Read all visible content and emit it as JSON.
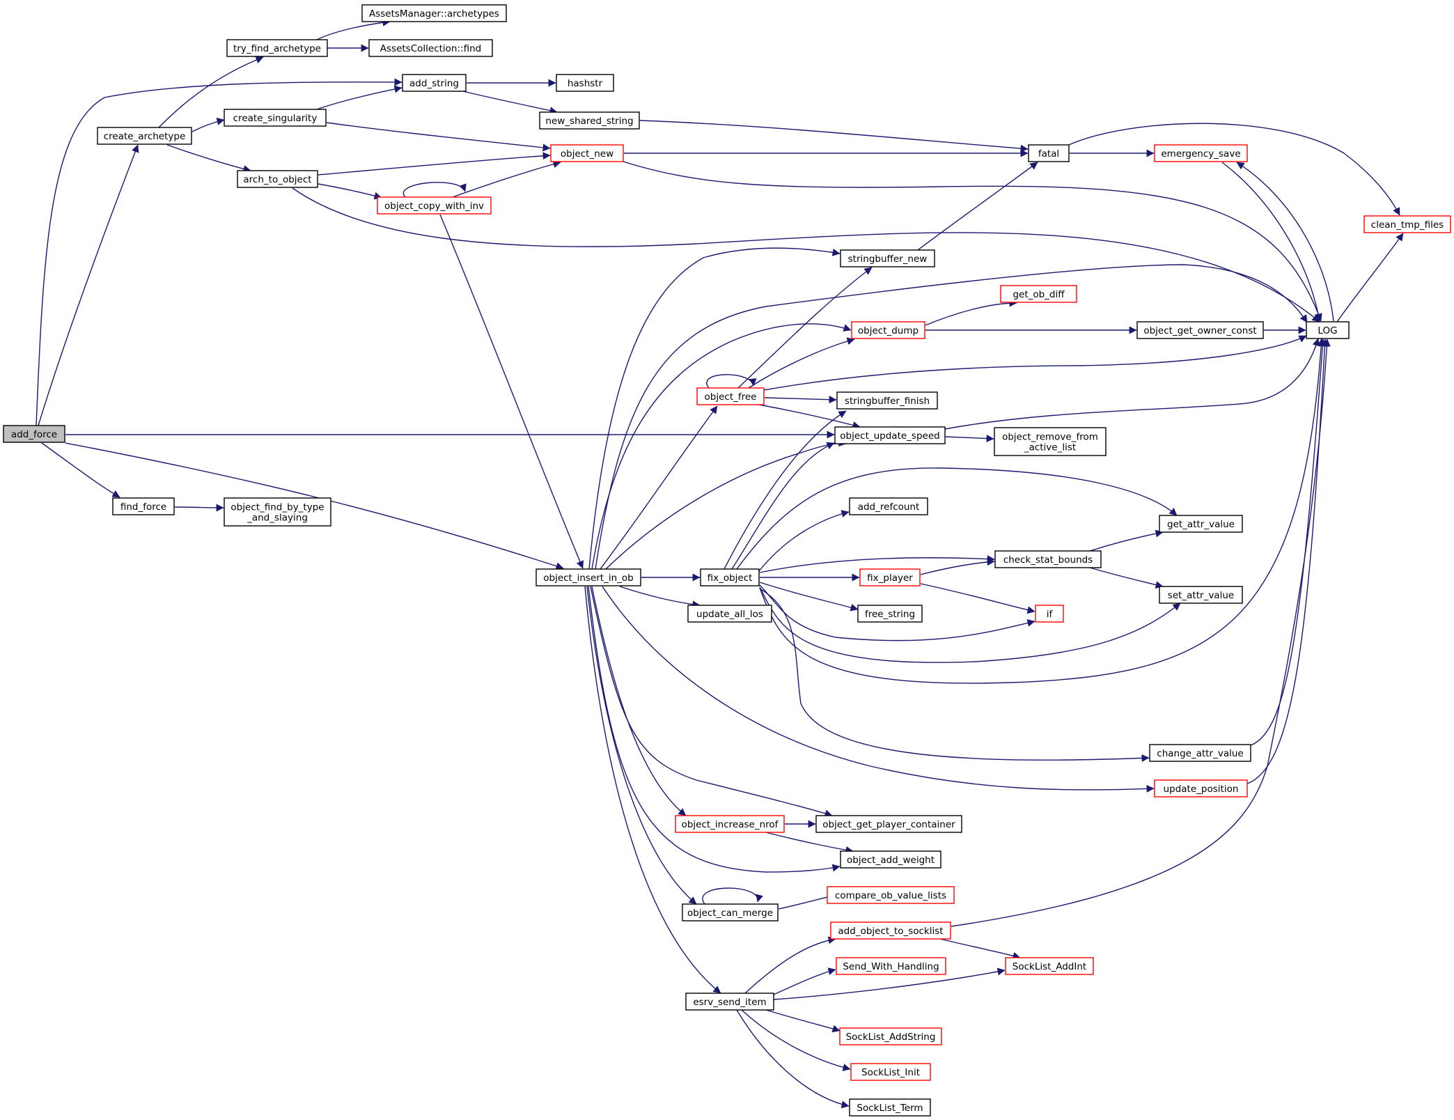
{
  "diagram": {
    "type": "call-graph",
    "colors": {
      "edge": "#191970",
      "border_default": "#000000",
      "border_truncated": "#ff0000",
      "root_fill": "#bfbfbf"
    },
    "nodes": [
      {
        "id": "add_force",
        "lines": [
          "add_force"
        ],
        "style": "root"
      },
      {
        "id": "create_archetype",
        "lines": [
          "create_archetype"
        ],
        "style": "normal"
      },
      {
        "id": "try_find_archetype",
        "lines": [
          "try_find_archetype"
        ],
        "style": "normal"
      },
      {
        "id": "am_archetypes",
        "lines": [
          "AssetsManager::archetypes"
        ],
        "style": "normal"
      },
      {
        "id": "ac_find",
        "lines": [
          "AssetsCollection::find"
        ],
        "style": "normal"
      },
      {
        "id": "add_string",
        "lines": [
          "add_string"
        ],
        "style": "normal"
      },
      {
        "id": "hashstr",
        "lines": [
          "hashstr"
        ],
        "style": "normal"
      },
      {
        "id": "new_shared_string",
        "lines": [
          "new_shared_string"
        ],
        "style": "normal"
      },
      {
        "id": "create_singularity",
        "lines": [
          "create_singularity"
        ],
        "style": "normal"
      },
      {
        "id": "arch_to_object",
        "lines": [
          "arch_to_object"
        ],
        "style": "normal"
      },
      {
        "id": "object_new",
        "lines": [
          "object_new"
        ],
        "style": "red"
      },
      {
        "id": "object_copy_with_inv",
        "lines": [
          "object_copy_with_inv"
        ],
        "style": "red"
      },
      {
        "id": "fatal",
        "lines": [
          "fatal"
        ],
        "style": "normal"
      },
      {
        "id": "emergency_save",
        "lines": [
          "emergency_save"
        ],
        "style": "red"
      },
      {
        "id": "clean_tmp_files",
        "lines": [
          "clean_tmp_files"
        ],
        "style": "red"
      },
      {
        "id": "LOG",
        "lines": [
          "LOG"
        ],
        "style": "normal"
      },
      {
        "id": "stringbuffer_new",
        "lines": [
          "stringbuffer_new"
        ],
        "style": "normal"
      },
      {
        "id": "get_ob_diff",
        "lines": [
          "get_ob_diff"
        ],
        "style": "red"
      },
      {
        "id": "object_dump",
        "lines": [
          "object_dump"
        ],
        "style": "red"
      },
      {
        "id": "object_get_owner_const",
        "lines": [
          "object_get_owner_const"
        ],
        "style": "normal"
      },
      {
        "id": "object_free",
        "lines": [
          "object_free"
        ],
        "style": "red"
      },
      {
        "id": "stringbuffer_finish",
        "lines": [
          "stringbuffer_finish"
        ],
        "style": "normal"
      },
      {
        "id": "object_update_speed",
        "lines": [
          "object_update_speed"
        ],
        "style": "normal"
      },
      {
        "id": "object_remove_from_active_list",
        "lines": [
          "object_remove_from",
          "_active_list"
        ],
        "style": "normal"
      },
      {
        "id": "find_force",
        "lines": [
          "find_force"
        ],
        "style": "normal"
      },
      {
        "id": "object_find_by_type_and_slaying",
        "lines": [
          "object_find_by_type",
          "_and_slaying"
        ],
        "style": "normal"
      },
      {
        "id": "add_refcount",
        "lines": [
          "add_refcount"
        ],
        "style": "normal"
      },
      {
        "id": "get_attr_value",
        "lines": [
          "get_attr_value"
        ],
        "style": "normal"
      },
      {
        "id": "check_stat_bounds",
        "lines": [
          "check_stat_bounds"
        ],
        "style": "normal"
      },
      {
        "id": "object_insert_in_ob",
        "lines": [
          "object_insert_in_ob"
        ],
        "style": "normal"
      },
      {
        "id": "fix_object",
        "lines": [
          "fix_object"
        ],
        "style": "normal"
      },
      {
        "id": "fix_player",
        "lines": [
          "fix_player"
        ],
        "style": "red"
      },
      {
        "id": "set_attr_value",
        "lines": [
          "set_attr_value"
        ],
        "style": "normal"
      },
      {
        "id": "update_all_los",
        "lines": [
          "update_all_los"
        ],
        "style": "normal"
      },
      {
        "id": "free_string",
        "lines": [
          "free_string"
        ],
        "style": "normal"
      },
      {
        "id": "if",
        "lines": [
          "if"
        ],
        "style": "red"
      },
      {
        "id": "change_attr_value",
        "lines": [
          "change_attr_value"
        ],
        "style": "normal"
      },
      {
        "id": "update_position",
        "lines": [
          "update_position"
        ],
        "style": "red"
      },
      {
        "id": "object_increase_nrof",
        "lines": [
          "object_increase_nrof"
        ],
        "style": "red"
      },
      {
        "id": "object_get_player_container",
        "lines": [
          "object_get_player_container"
        ],
        "style": "normal"
      },
      {
        "id": "object_add_weight",
        "lines": [
          "object_add_weight"
        ],
        "style": "normal"
      },
      {
        "id": "compare_ob_value_lists",
        "lines": [
          "compare_ob_value_lists"
        ],
        "style": "red"
      },
      {
        "id": "object_can_merge",
        "lines": [
          "object_can_merge"
        ],
        "style": "normal"
      },
      {
        "id": "add_object_to_socklist",
        "lines": [
          "add_object_to_socklist"
        ],
        "style": "red"
      },
      {
        "id": "SockList_AddInt",
        "lines": [
          "SockList_AddInt"
        ],
        "style": "red"
      },
      {
        "id": "Send_With_Handling",
        "lines": [
          "Send_With_Handling"
        ],
        "style": "red"
      },
      {
        "id": "esrv_send_item",
        "lines": [
          "esrv_send_item"
        ],
        "style": "normal"
      },
      {
        "id": "SockList_AddString",
        "lines": [
          "SockList_AddString"
        ],
        "style": "red"
      },
      {
        "id": "SockList_Init",
        "lines": [
          "SockList_Init"
        ],
        "style": "red"
      },
      {
        "id": "SockList_Term",
        "lines": [
          "SockList_Term"
        ],
        "style": "normal"
      }
    ],
    "edges": [
      [
        "add_force",
        "add_string"
      ],
      [
        "add_force",
        "create_archetype"
      ],
      [
        "add_force",
        "object_update_speed"
      ],
      [
        "add_force",
        "find_force"
      ],
      [
        "add_force",
        "object_insert_in_ob"
      ],
      [
        "create_archetype",
        "try_find_archetype"
      ],
      [
        "create_archetype",
        "create_singularity"
      ],
      [
        "create_archetype",
        "arch_to_object"
      ],
      [
        "try_find_archetype",
        "am_archetypes"
      ],
      [
        "try_find_archetype",
        "ac_find"
      ],
      [
        "add_string",
        "hashstr"
      ],
      [
        "add_string",
        "new_shared_string"
      ],
      [
        "new_shared_string",
        "fatal"
      ],
      [
        "create_singularity",
        "add_string"
      ],
      [
        "create_singularity",
        "object_new"
      ],
      [
        "arch_to_object",
        "object_new"
      ],
      [
        "arch_to_object",
        "object_copy_with_inv"
      ],
      [
        "arch_to_object",
        "LOG"
      ],
      [
        "object_copy_with_inv",
        "object_copy_with_inv"
      ],
      [
        "object_copy_with_inv",
        "object_new"
      ],
      [
        "object_copy_with_inv",
        "object_insert_in_ob"
      ],
      [
        "object_new",
        "fatal"
      ],
      [
        "object_new",
        "LOG"
      ],
      [
        "fatal",
        "emergency_save"
      ],
      [
        "fatal",
        "clean_tmp_files"
      ],
      [
        "emergency_save",
        "LOG"
      ],
      [
        "LOG",
        "emergency_save"
      ],
      [
        "LOG",
        "clean_tmp_files"
      ],
      [
        "stringbuffer_new",
        "fatal"
      ],
      [
        "object_dump",
        "get_ob_diff"
      ],
      [
        "object_dump",
        "object_get_owner_const"
      ],
      [
        "object_get_owner_const",
        "LOG"
      ],
      [
        "object_free",
        "object_free"
      ],
      [
        "object_free",
        "stringbuffer_new"
      ],
      [
        "object_free",
        "object_dump"
      ],
      [
        "object_free",
        "LOG"
      ],
      [
        "object_free",
        "stringbuffer_finish"
      ],
      [
        "object_free",
        "object_update_speed"
      ],
      [
        "object_update_speed",
        "LOG"
      ],
      [
        "object_update_speed",
        "object_remove_from_active_list"
      ],
      [
        "find_force",
        "object_find_by_type_and_slaying"
      ],
      [
        "object_insert_in_ob",
        "stringbuffer_new"
      ],
      [
        "object_insert_in_ob",
        "LOG"
      ],
      [
        "object_insert_in_ob",
        "object_dump"
      ],
      [
        "object_insert_in_ob",
        "object_free"
      ],
      [
        "object_insert_in_ob",
        "object_update_speed"
      ],
      [
        "object_insert_in_ob",
        "fix_object"
      ],
      [
        "object_insert_in_ob",
        "update_all_los"
      ],
      [
        "object_insert_in_ob",
        "update_position"
      ],
      [
        "object_insert_in_ob",
        "object_increase_nrof"
      ],
      [
        "object_insert_in_ob",
        "object_get_player_container"
      ],
      [
        "object_insert_in_ob",
        "object_add_weight"
      ],
      [
        "object_insert_in_ob",
        "object_can_merge"
      ],
      [
        "object_insert_in_ob",
        "esrv_send_item"
      ],
      [
        "fix_object",
        "object_update_speed"
      ],
      [
        "fix_object",
        "stringbuffer_finish"
      ],
      [
        "fix_object",
        "add_refcount"
      ],
      [
        "fix_object",
        "get_attr_value"
      ],
      [
        "fix_object",
        "check_stat_bounds"
      ],
      [
        "fix_object",
        "fix_player"
      ],
      [
        "fix_object",
        "free_string"
      ],
      [
        "fix_object",
        "if"
      ],
      [
        "fix_object",
        "set_attr_value"
      ],
      [
        "fix_object",
        "LOG"
      ],
      [
        "fix_object",
        "change_attr_value"
      ],
      [
        "fix_player",
        "check_stat_bounds"
      ],
      [
        "fix_player",
        "if"
      ],
      [
        "check_stat_bounds",
        "get_attr_value"
      ],
      [
        "check_stat_bounds",
        "set_attr_value"
      ],
      [
        "change_attr_value",
        "LOG"
      ],
      [
        "update_position",
        "LOG"
      ],
      [
        "object_increase_nrof",
        "object_get_player_container"
      ],
      [
        "object_increase_nrof",
        "object_add_weight"
      ],
      [
        "object_can_merge",
        "object_can_merge"
      ],
      [
        "object_can_merge",
        "compare_ob_value_lists"
      ],
      [
        "add_object_to_socklist",
        "LOG"
      ],
      [
        "add_object_to_socklist",
        "SockList_AddInt"
      ],
      [
        "esrv_send_item",
        "add_object_to_socklist"
      ],
      [
        "esrv_send_item",
        "Send_With_Handling"
      ],
      [
        "esrv_send_item",
        "SockList_AddInt"
      ],
      [
        "esrv_send_item",
        "SockList_AddString"
      ],
      [
        "esrv_send_item",
        "SockList_Init"
      ],
      [
        "esrv_send_item",
        "SockList_Term"
      ]
    ]
  }
}
